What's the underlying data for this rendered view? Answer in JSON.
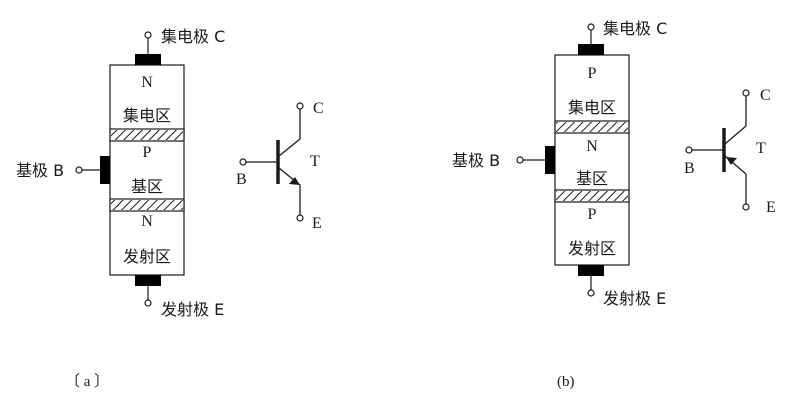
{
  "diagram_a": {
    "collector_label": "集电极 C",
    "base_label": "基极 B",
    "emitter_label": "发射极 E",
    "top_region": "N",
    "top_region_name": "集电区",
    "mid_region": "P",
    "mid_region_name": "基区",
    "bottom_region": "N",
    "bottom_region_name": "发射区",
    "symbol": {
      "c": "C",
      "b": "B",
      "t": "T",
      "e": "E",
      "type": "NPN"
    },
    "caption": "〔 a 〕"
  },
  "diagram_b": {
    "collector_label": "集电极 C",
    "base_label": "基极 B",
    "emitter_label": "发射极 E",
    "top_region": "P",
    "top_region_name": "集电区",
    "mid_region": "N",
    "mid_region_name": "基区",
    "bottom_region": "P",
    "bottom_region_name": "发射区",
    "symbol": {
      "c": "C",
      "b": "B",
      "t": "T",
      "e": "E",
      "type": "PNP"
    },
    "caption": "(b)"
  },
  "colors": {
    "line": "#1a1a1a",
    "terminal": "#000000",
    "background": "#ffffff"
  }
}
